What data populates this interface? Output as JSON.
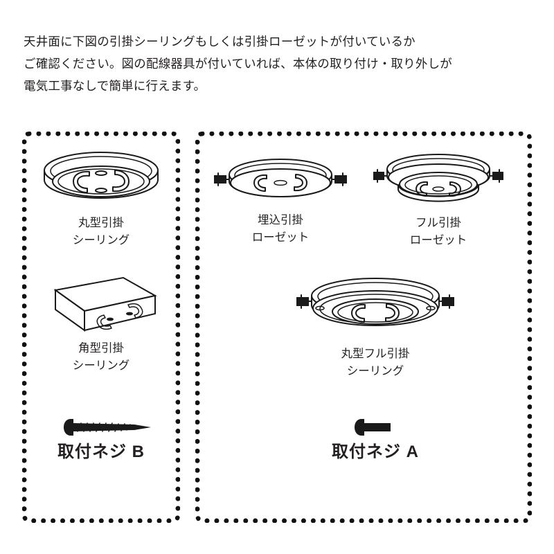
{
  "intro": {
    "lines": [
      "天井面に下図の引掛シーリングもしくは引掛ローゼットが付いているか",
      "ご確認ください。図の配線器具が付いていれば、本体の取り付け・取り外しが",
      "電気工事なしで簡単に行えます。"
    ]
  },
  "panels": {
    "left": {
      "items": [
        {
          "id": "round-ceiling",
          "icon": "round-ceiling-rose-icon",
          "caption_line1": "丸型引掛",
          "caption_line2": "シーリング"
        },
        {
          "id": "square-ceiling",
          "icon": "square-ceiling-rose-icon",
          "caption_line1": "角型引掛",
          "caption_line2": "シーリング"
        },
        {
          "id": "screw-b",
          "icon": "wood-screw-icon",
          "caption_line1": "取付ネジ B",
          "caption_line2": ""
        }
      ]
    },
    "right": {
      "items": [
        {
          "id": "embed-rosette",
          "icon": "embedded-rosette-icon",
          "caption_line1": "埋込引掛",
          "caption_line2": "ローゼット"
        },
        {
          "id": "full-rosette",
          "icon": "full-rosette-icon",
          "caption_line1": "フル引掛",
          "caption_line2": "ローゼット"
        },
        {
          "id": "round-full-ceiling",
          "icon": "round-full-ceiling-rose-icon",
          "caption_line1": "丸型フル引掛",
          "caption_line2": "シーリング"
        },
        {
          "id": "screw-a",
          "icon": "machine-screw-icon",
          "caption_line1": "取付ネジ A",
          "caption_line2": ""
        }
      ]
    }
  },
  "colors": {
    "ink": "#231f20",
    "line": "#1a1a1a",
    "background": "#ffffff",
    "border_dots": "#111111"
  }
}
